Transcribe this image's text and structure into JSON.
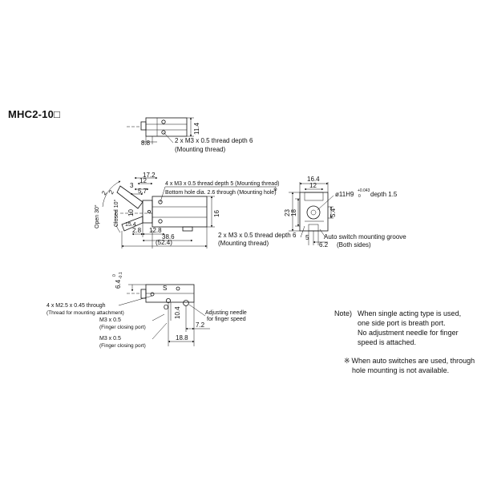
{
  "title": "MHC2-10□",
  "views": {
    "top": {
      "dims": [
        "8.8",
        "11.4"
      ],
      "callout": [
        "2 x M3 x 0.5 thread depth 6",
        "(Mounting thread)"
      ]
    },
    "side": {
      "dims": [
        "17.2",
        "12",
        "3",
        "5.7",
        "2",
        "2",
        "10",
        "15.4",
        "16",
        "2.8",
        "12.8",
        "38.6",
        "(52.4)"
      ],
      "open_label": "Open 30°",
      "closed_label": "Closed 10°",
      "callout": [
        "4 x M3 x 0.5 thread depth 5 (Mounting thread)",
        "Bottom hole dia. 2.6 through (Mounting hole)"
      ],
      "callout_mark": "※"
    },
    "end": {
      "dims": [
        "16.4",
        "12",
        "23",
        "18",
        "5.4",
        "5",
        "6.2"
      ],
      "bore": "ø11H9",
      "bore_tol_top": "+0.043",
      "bore_tol_bottom": "0",
      "bore_depth": "depth 1.5",
      "callout_left": [
        "2 x M3 x 0.5 thread depth 6",
        "(Mounting thread)"
      ],
      "callout_right": [
        "Auto switch mounting groove",
        "(Both sides)"
      ]
    },
    "bottom": {
      "dims": [
        "6.4",
        "10.4",
        "7.2",
        "18.8"
      ],
      "tol_top": "0",
      "tol_bottom": "-0.1",
      "label_s": "S",
      "label_o": "O",
      "callout_through": [
        "4 x M2.5 x 0.45 through",
        "(Thread for mounting attachment)"
      ],
      "callout_m3_s": [
        "M3 x 0.5",
        "(Finger closing port)"
      ],
      "callout_m3_o": [
        "M3 x 0.5",
        "(Finger closing port)"
      ],
      "callout_needle": [
        "Adjusting needle",
        "for finger speed"
      ]
    }
  },
  "notes": {
    "prefix": "Note)",
    "note1": [
      "When single acting type is used,",
      "one side port is breath port.",
      "No adjustment needle for finger",
      "speed is attached."
    ],
    "star": "※",
    "note2": [
      "When auto switches are used, through",
      "hole mounting is not available."
    ]
  }
}
